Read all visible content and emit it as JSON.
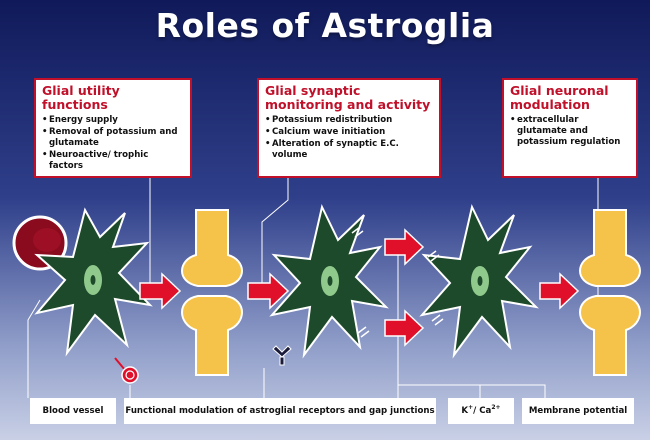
{
  "title": "Roles of Astroglia",
  "panels": [
    {
      "heading": "Glial utility functions",
      "items": [
        "Energy supply",
        "Removal of potassium and glutamate",
        "Neuroactive/ trophic factors"
      ]
    },
    {
      "heading": "Glial synaptic monitoring and activity",
      "items": [
        "Potassium redistribution",
        "Calcium wave initiation",
        "Alteration of synaptic E.C. volume"
      ]
    },
    {
      "heading": "Glial neuronal modulation",
      "items": [
        "extracellular glutamate and potassium regulation"
      ]
    }
  ],
  "bottom_labels": {
    "blood_vessel": "Blood vessel",
    "receptors": "Functional modulation of astroglial receptors and gap junctions",
    "ion_prefix_k": "K",
    "ion_sup_plus": "+",
    "ion_sep": "/ Ca",
    "ion_sup_2plus": "2+",
    "membrane": "Membrane potential"
  },
  "colors": {
    "panel_border": "#c0102a",
    "heading": "#c0102a",
    "astrocyte": "#1d4a2a",
    "astrocyte_nucleus": "#8fc98b",
    "synapse": "#f5c24a",
    "arrow": "#e0102a",
    "blood_vessel": "#8a0a1e"
  }
}
